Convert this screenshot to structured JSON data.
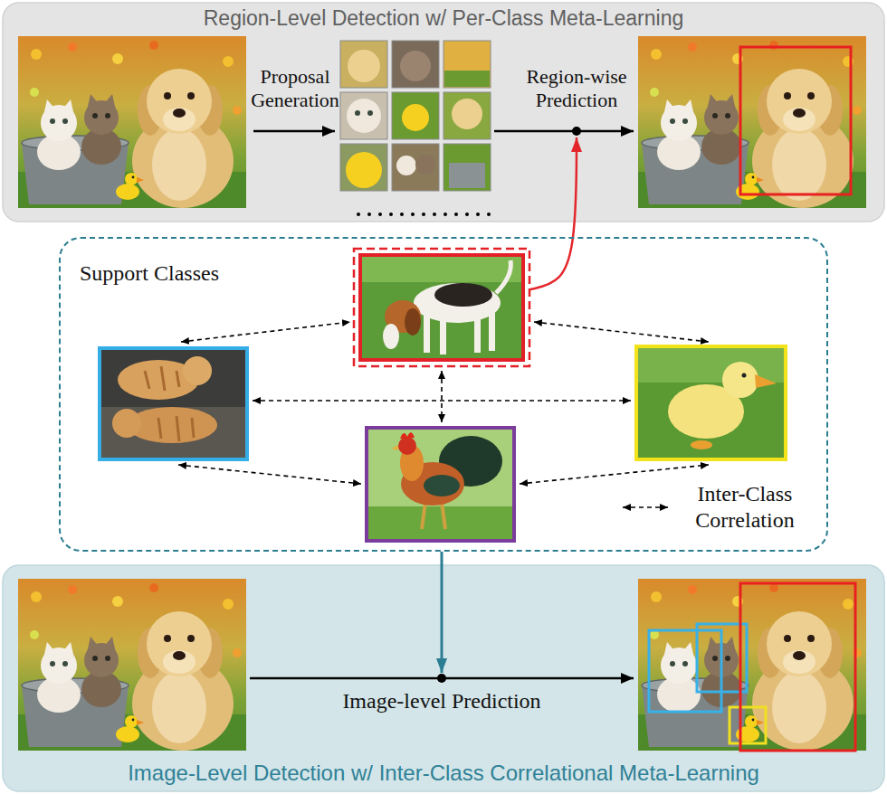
{
  "diagram": {
    "nodes": [
      {
        "text": [
          "Region-Level Detection w/ Per-Class Meta-Learning"
        ]
      },
      {
        "text": [
          "Support Classes"
        ]
      },
      {
        "text": [
          "Image-Level Detection w/ Inter-Class Correlational Meta-Learning"
        ]
      }
    ],
    "edges": [
      {
        "from": 1,
        "to": 0,
        "arrow": "to"
      },
      {
        "from": 1,
        "to": 2,
        "arrow": "to"
      }
    ],
    "labels": [
      "Proposal Generation",
      "Region-wise Prediction",
      "Image-level Prediction"
    ],
    "legend": [
      {
        "text": "Inter-Class Correlation"
      }
    ]
  }
}
